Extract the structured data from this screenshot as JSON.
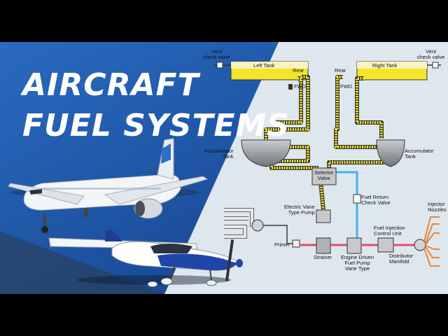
{
  "title": {
    "line1": "AIRCRAFT",
    "line2": "FUEL SYSTEMS"
  },
  "colors": {
    "fuel": "#f3e62a",
    "fuel_return": "#3fb6e8",
    "primer": "#e44a6a",
    "injector_lines": "#e08a3a",
    "tank": "#9aa0a6",
    "panel_bg": "#dfe7ee",
    "left_bg": "#1f56a5"
  },
  "labels": {
    "vent_left": "Vent\ncheck valve",
    "vent_right": "Vent\ncheck valve",
    "left_tank": "Left Tank",
    "right_tank": "Right Tank",
    "rear_left": "Rear",
    "rear_right": "Rear",
    "fwd_left": "FWD",
    "fwd_right": "FWD",
    "accumulator_left": "Accumulator\nTank",
    "accumulator_right": "Accumulator\nTank",
    "selector_valve": "Selector\nValve",
    "fuel_return": "Fuel Return\nCheck Valve",
    "electric_pump": "Electric Vane\nType Pump",
    "primer": "Primer",
    "strainer": "Strainer",
    "engine_pump": "Engine Driven\nFuel Pump\nVane Type",
    "fuel_injection": "Fuel Injection\nControl Unit",
    "distributor": "Distributor\nManifold",
    "injector": "Injector\nNozzles"
  }
}
